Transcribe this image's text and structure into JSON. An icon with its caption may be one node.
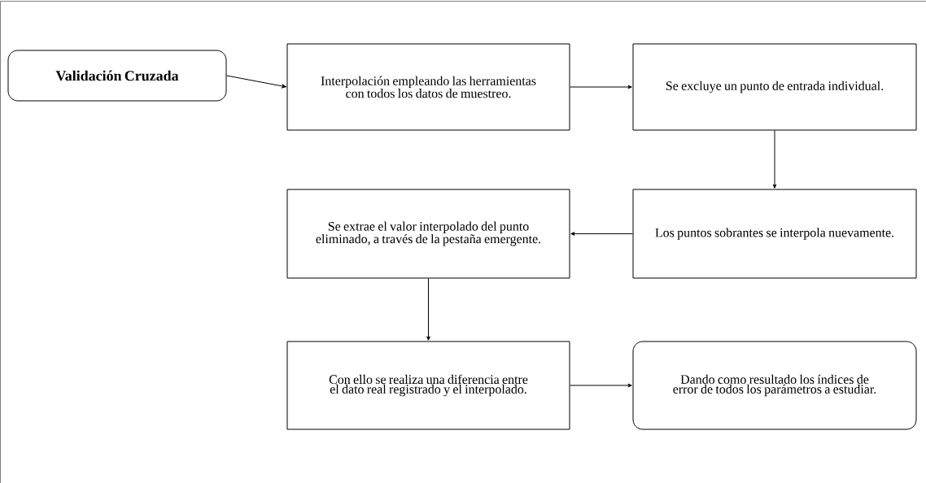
{
  "diagram": {
    "nodes": [
      {
        "text": [
          "Validación Cruzada"
        ]
      },
      {
        "text": [
          "Interpolación empleando las herramientas con todos los datos de muestreo."
        ]
      },
      {
        "text": [
          "Se excluye un punto de entrada individual."
        ]
      },
      {
        "text": [
          "Los puntos sobrantes se interpola nuevamente."
        ]
      },
      {
        "text": [
          "Se extrae el valor interpolado del punto eliminado, a través de la pestaña emergente."
        ]
      },
      {
        "text": [
          "Con ello se realiza una diferencia entre el dato real registrado y el interpolado."
        ]
      },
      {
        "text": [
          "Dando como resultado los índices de error de todos los parámetros a estudiar."
        ]
      }
    ],
    "edges": [
      {
        "from": 0,
        "to": 1,
        "arrow": "to"
      },
      {
        "from": 1,
        "to": 2,
        "arrow": "to"
      },
      {
        "from": 2,
        "to": 3,
        "arrow": "to"
      },
      {
        "from": 3,
        "to": 4,
        "arrow": "to"
      },
      {
        "from": 4,
        "to": 5,
        "arrow": "to"
      },
      {
        "from": 5,
        "to": 6,
        "arrow": "to"
      }
    ]
  }
}
